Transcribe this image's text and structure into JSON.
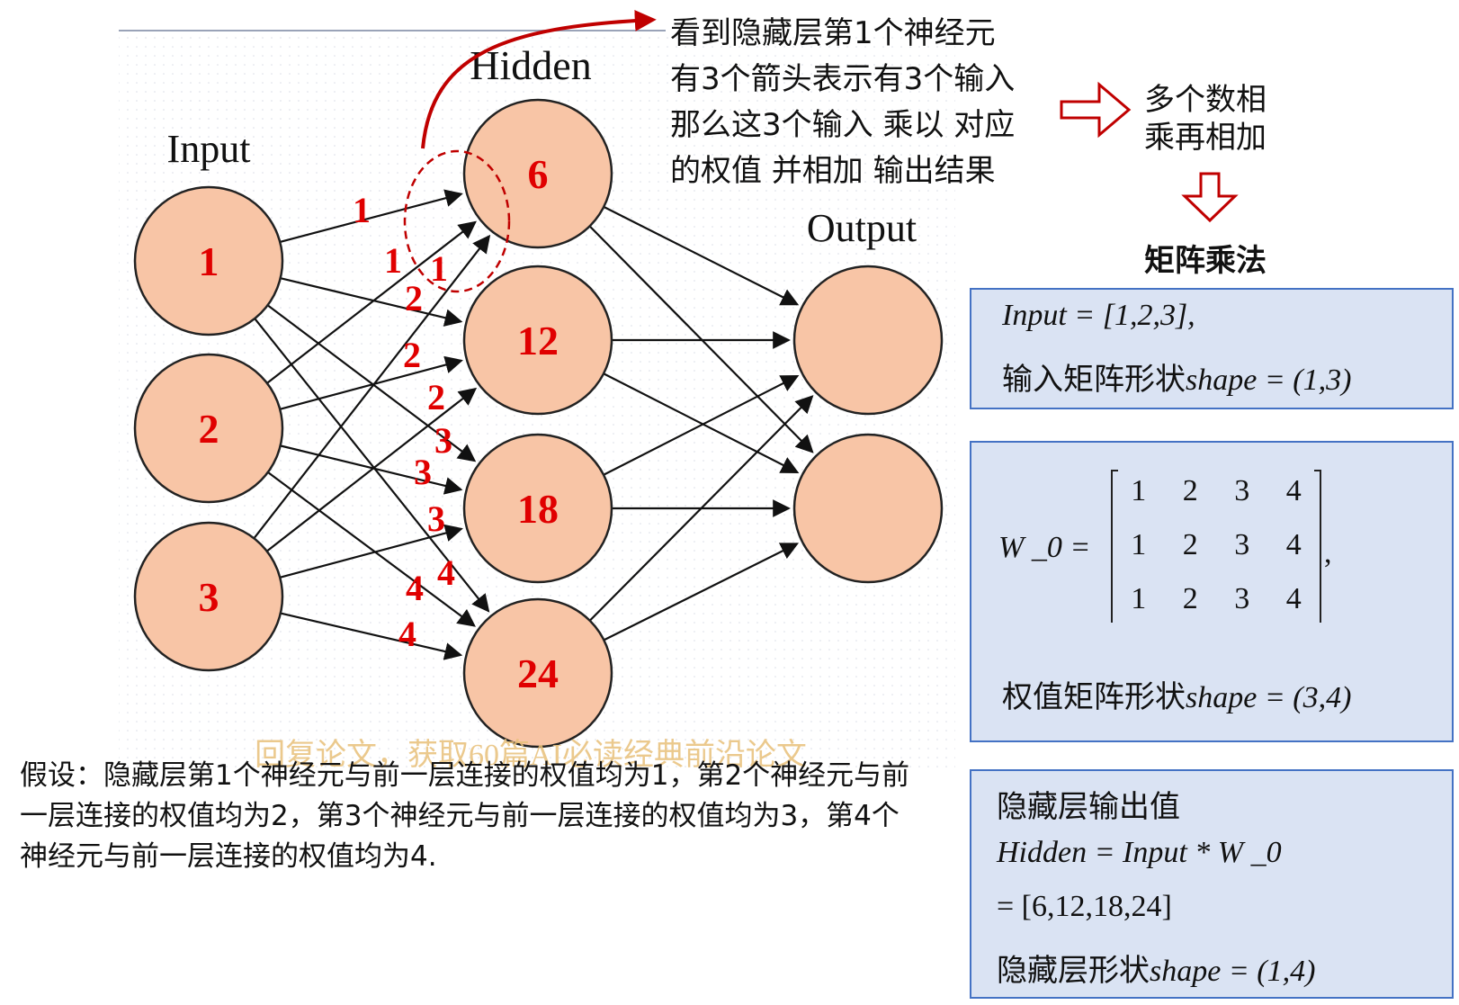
{
  "network": {
    "layer_labels": {
      "input": "Input",
      "hidden": "Hidden",
      "output": "Output"
    },
    "input_nodes": [
      "1",
      "2",
      "3"
    ],
    "hidden_nodes": [
      "6",
      "12",
      "18",
      "24"
    ],
    "output_node_count": 2,
    "weight_labels": [
      "1",
      "1",
      "1",
      "2",
      "2",
      "2",
      "3",
      "3",
      "3",
      "4",
      "4",
      "4"
    ],
    "watermark": "回复论文，获取60篇AI必读经典前沿论文",
    "colors": {
      "node_fill": "#f8c5a6",
      "weight_label": "#e00000",
      "annotation_arrow": "#c00000"
    }
  },
  "annotation": {
    "lines": [
      "看到隐藏层第1个神经元",
      "有3个箭头表示有3个输入",
      "那么这3个输入 乘以 对应",
      "的权值 并相加 输出结果"
    ]
  },
  "side": {
    "multiply_add": [
      "多个数相",
      "乘再相加"
    ],
    "matrix_title": "矩阵乘法"
  },
  "box_input": {
    "line1": "Input = [1,2,3],",
    "line2_label": "输入矩阵形状",
    "line2_math": "shape = (1,3)"
  },
  "box_weight": {
    "lhs": "W _0 =",
    "rows": [
      [
        "1",
        "2",
        "3",
        "4"
      ],
      [
        "1",
        "2",
        "3",
        "4"
      ],
      [
        "1",
        "2",
        "3",
        "4"
      ]
    ],
    "trailing": ",",
    "shape_label": "权值矩阵形状",
    "shape_math": "shape = (3,4)"
  },
  "box_hidden": {
    "title": "隐藏层输出值",
    "formula": "Hidden = Input * W _0",
    "result": "= [6,12,18,24]",
    "shape_label": "隐藏层形状",
    "shape_math": "shape = (1,4)"
  },
  "assumption": "假设：隐藏层第1个神经元与前一层连接的权值均为1，第2个神经元与前一层连接的权值均为2，第3个神经元与前一层连接的权值均为3，第4个神经元与前一层连接的权值均为4."
}
